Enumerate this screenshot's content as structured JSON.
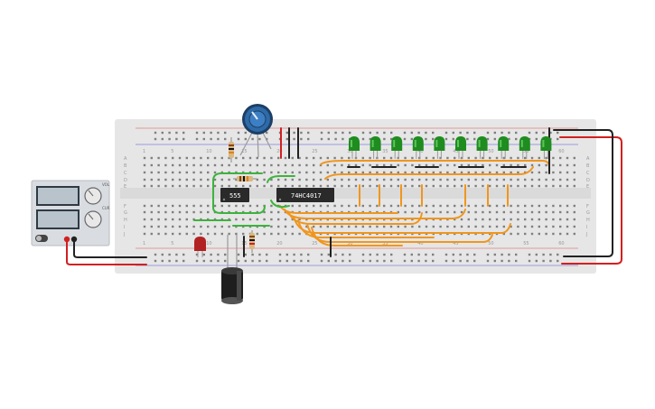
{
  "chips": {
    "timer_label": "555",
    "counter_label": "74HC4017"
  },
  "breadboard": {
    "top_numbers": [
      "1",
      "5",
      "10",
      "15",
      "20",
      "25",
      "30",
      "35",
      "40",
      "45",
      "50",
      "55",
      "60"
    ],
    "bottom_numbers": [
      "1",
      "5",
      "10",
      "15",
      "20",
      "25",
      "30",
      "35",
      "40",
      "45",
      "50",
      "55",
      "60"
    ],
    "row_letters_top": [
      "A",
      "B",
      "C",
      "D",
      "E"
    ],
    "row_letters_bottom": [
      "F",
      "G",
      "H",
      "I",
      "J"
    ]
  },
  "power_supply": {
    "knob_labels": [
      "VOL",
      "CUR"
    ]
  },
  "colors": {
    "board": "#e6e6e6",
    "wire_orange": "#f0961e",
    "wire_green": "#3cb43c",
    "wire_red": "#d22020",
    "wire_black": "#222222",
    "led_green": "#1e8c1e",
    "chip": "#2a2a2a"
  },
  "leds": {
    "count": 10,
    "color_name": "green"
  }
}
